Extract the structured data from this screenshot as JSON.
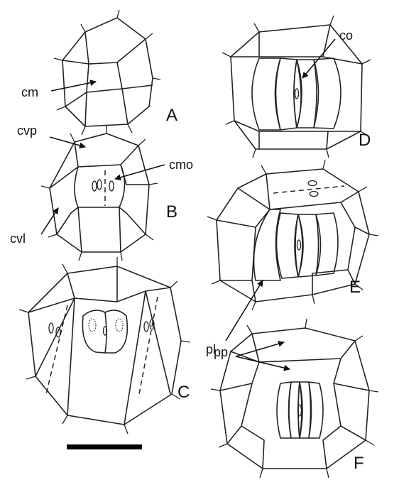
{
  "labels": {
    "cm": "cm",
    "cvp": "cvp",
    "cmo": "cmo",
    "cvl": "cvl",
    "co": "co",
    "pl": "pl",
    "pp": "pp"
  },
  "panels": {
    "a": "A",
    "b": "B",
    "c": "C",
    "d": "D",
    "e": "E",
    "f": "F"
  },
  "colors": {
    "line": "#222222",
    "background": "#ffffff"
  }
}
